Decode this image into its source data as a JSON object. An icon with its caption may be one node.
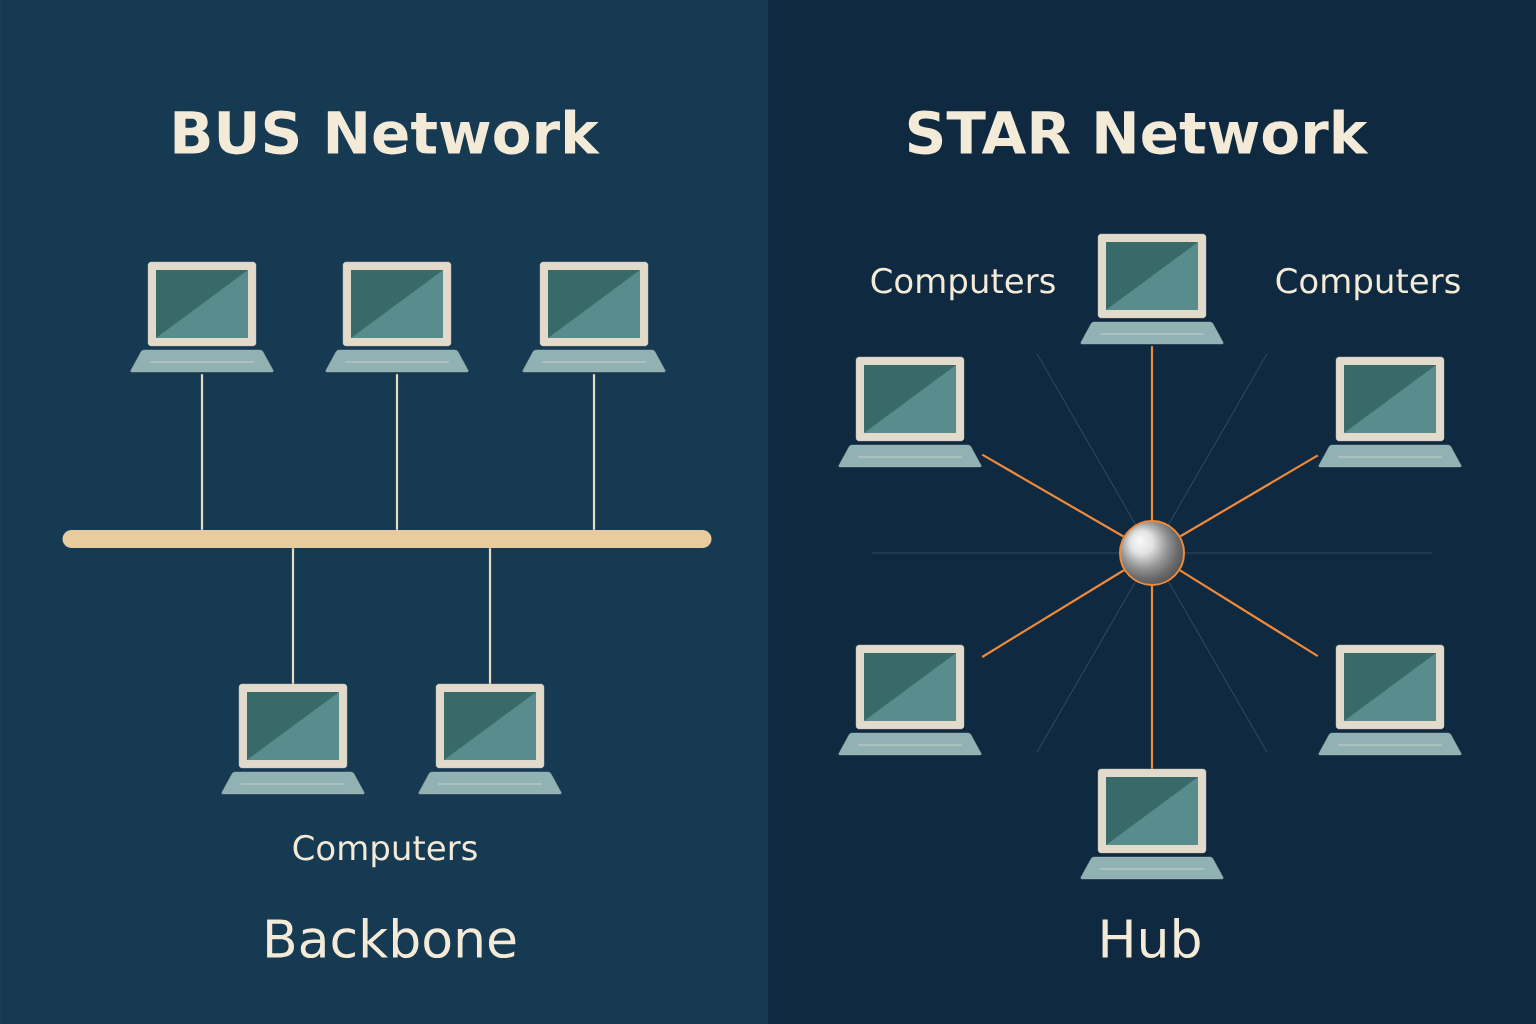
{
  "diagram": {
    "nodes": [
      {
        "text": [
          "BUS Network"
        ]
      },
      {
        "text": [
          "STAR Network"
        ]
      },
      {
        "text": [],
        "shape": "picture",
        "in": 0
      },
      {
        "text": [],
        "shape": "picture",
        "in": 0
      },
      {
        "text": [],
        "shape": "picture",
        "in": 0
      },
      {
        "text": [],
        "shape": "picture",
        "in": 0
      },
      {
        "text": [],
        "shape": "picture",
        "in": 0
      },
      {
        "text": [],
        "shape": "bar",
        "in": 0
      },
      {
        "text": [],
        "shape": "picture",
        "in": 1
      },
      {
        "text": [],
        "shape": "picture",
        "in": 1
      },
      {
        "text": [],
        "shape": "picture",
        "in": 1
      },
      {
        "text": [],
        "shape": "circle",
        "in": 1
      },
      {
        "text": [],
        "shape": "picture",
        "in": 1
      },
      {
        "text": [],
        "shape": "picture",
        "in": 1
      },
      {
        "text": [],
        "shape": "picture",
        "in": 1
      }
    ],
    "edges": [
      {
        "from": 2,
        "to": 7,
        "arrow": "none",
        "color": "#e6dcc4"
      },
      {
        "from": 3,
        "to": 7,
        "arrow": "none",
        "color": "#e6dcc4"
      },
      {
        "from": 4,
        "to": 7,
        "arrow": "none",
        "color": "#e6dcc4"
      },
      {
        "from": 5,
        "to": 7,
        "arrow": "none",
        "color": "#e6dcc4"
      },
      {
        "from": 6,
        "to": 7,
        "arrow": "none",
        "color": "#e6dcc4"
      },
      {
        "from": 11,
        "to": 8,
        "arrow": "none",
        "color": "#f08a3a"
      },
      {
        "from": 11,
        "to": 9,
        "arrow": "none",
        "color": "#f08a3a"
      },
      {
        "from": 11,
        "to": 10,
        "arrow": "none",
        "color": "#f08a3a"
      },
      {
        "from": 11,
        "to": 12,
        "arrow": "none",
        "color": "#f08a3a"
      },
      {
        "from": 11,
        "to": 13,
        "arrow": "none",
        "color": "#f08a3a"
      },
      {
        "from": 11,
        "to": 14,
        "arrow": "none",
        "color": "#f08a3a"
      }
    ],
    "labels": [
      "Computers",
      "Computers",
      "Computers",
      "Backbone",
      "Hub"
    ]
  }
}
